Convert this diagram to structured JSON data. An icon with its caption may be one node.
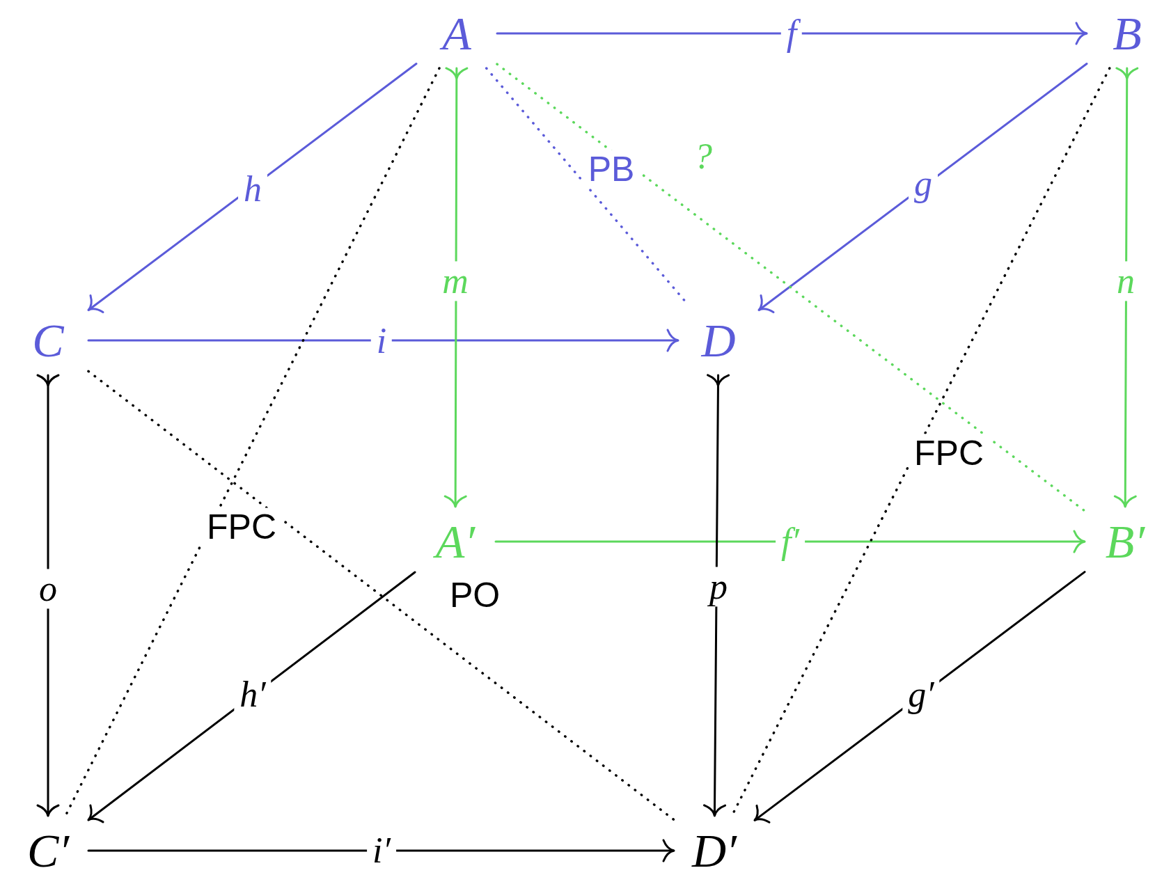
{
  "diagram": {
    "nodes": [
      {
        "text": [
          "A"
        ]
      },
      {
        "text": [
          "B"
        ]
      },
      {
        "text": [
          "C"
        ]
      },
      {
        "text": [
          "D"
        ]
      },
      {
        "text": [
          "A′"
        ]
      },
      {
        "text": [
          "B′"
        ]
      },
      {
        "text": [
          "C′"
        ]
      },
      {
        "text": [
          "D′"
        ]
      }
    ],
    "edges": [
      {
        "from": 0,
        "to": 1,
        "arrow": "to",
        "label": "f",
        "color": "#5b5bd9"
      },
      {
        "from": 0,
        "to": 2,
        "arrow": "to",
        "label": "h",
        "color": "#5b5bd9"
      },
      {
        "from": 1,
        "to": 3,
        "arrow": "to",
        "label": "g",
        "color": "#5b5bd9"
      },
      {
        "from": 2,
        "to": 3,
        "arrow": "to",
        "label": "i",
        "color": "#5b5bd9"
      },
      {
        "from": 0,
        "to": 4,
        "arrow": "to",
        "label": "m",
        "color": "#5cd85c"
      },
      {
        "from": 1,
        "to": 5,
        "arrow": "to",
        "label": "n",
        "color": "#5cd85c"
      },
      {
        "from": 4,
        "to": 5,
        "arrow": "to",
        "label": "f′",
        "color": "#5cd85c"
      },
      {
        "from": 2,
        "to": 6,
        "arrow": "to",
        "label": "o"
      },
      {
        "from": 3,
        "to": 7,
        "arrow": "to",
        "label": "p"
      },
      {
        "from": 4,
        "to": 6,
        "arrow": "to",
        "label": "h′"
      },
      {
        "from": 5,
        "to": 7,
        "arrow": "to",
        "label": "g′"
      },
      {
        "from": 6,
        "to": 7,
        "arrow": "to",
        "label": "i′"
      },
      {
        "from": 0,
        "to": 3,
        "arrow": "none",
        "label": "PB",
        "style": "dashed",
        "color": "#5b5bd9"
      },
      {
        "from": 0,
        "to": 5,
        "arrow": "none",
        "label": "?",
        "style": "dashed",
        "color": "#5cd85c"
      },
      {
        "from": 0,
        "to": 6,
        "arrow": "none",
        "label": "FPC",
        "style": "dashed"
      },
      {
        "from": 1,
        "to": 7,
        "arrow": "none",
        "label": "FPC",
        "style": "dashed"
      },
      {
        "from": 2,
        "to": 7,
        "arrow": "none",
        "label": "PO",
        "style": "dashed"
      }
    ]
  }
}
